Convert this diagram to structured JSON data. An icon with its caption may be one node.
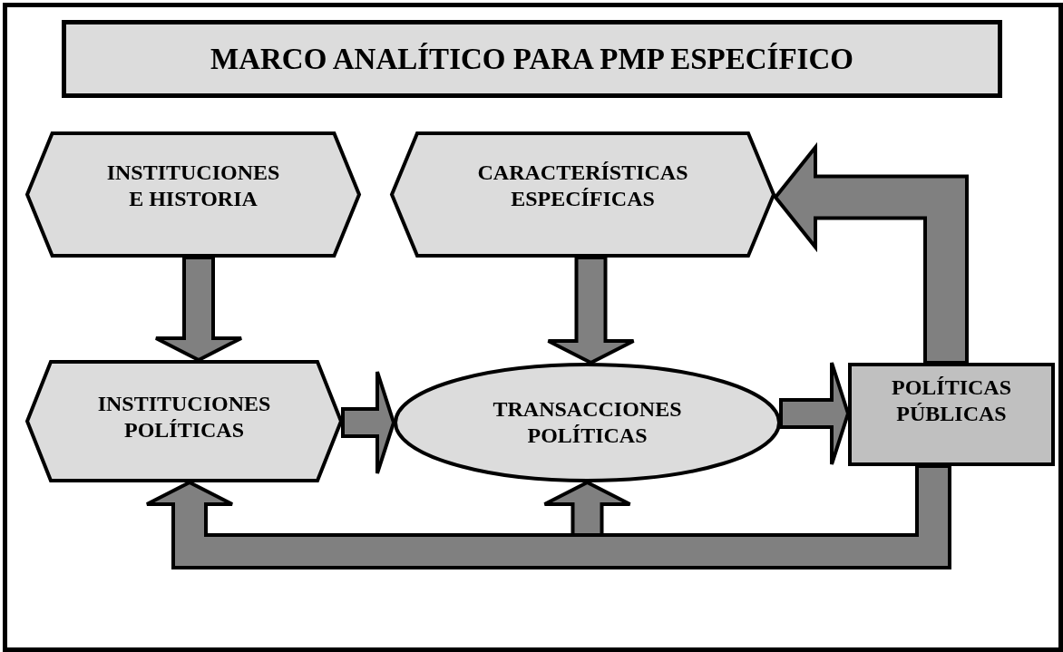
{
  "diagram": {
    "title": "MARCO ANALÍTICO PARA PMP ESPECÍFICO",
    "nodes": [
      {
        "text": [
          "INSTITUCIONES E HISTORIA"
        ]
      },
      {
        "text": [
          "CARACTERÍSTICAS ESPECÍFICAS"
        ]
      },
      {
        "text": [
          "INSTITUCIONES POLÍTICAS"
        ]
      },
      {
        "text": [
          "TRANSACCIONES POLÍTICAS"
        ]
      },
      {
        "text": [
          "POLÍTICAS PÚBLICAS"
        ]
      }
    ],
    "edges": [
      {
        "from": 0,
        "to": 2,
        "arrow": "to"
      },
      {
        "from": 1,
        "to": 3,
        "arrow": "to"
      },
      {
        "from": 2,
        "to": 3,
        "arrow": "to"
      },
      {
        "from": 3,
        "to": 4,
        "arrow": "to"
      },
      {
        "from": 4,
        "to": 2,
        "arrow": "to"
      },
      {
        "from": 4,
        "to": 3,
        "arrow": "to"
      },
      {
        "from": 4,
        "to": 1,
        "arrow": "to"
      }
    ]
  }
}
